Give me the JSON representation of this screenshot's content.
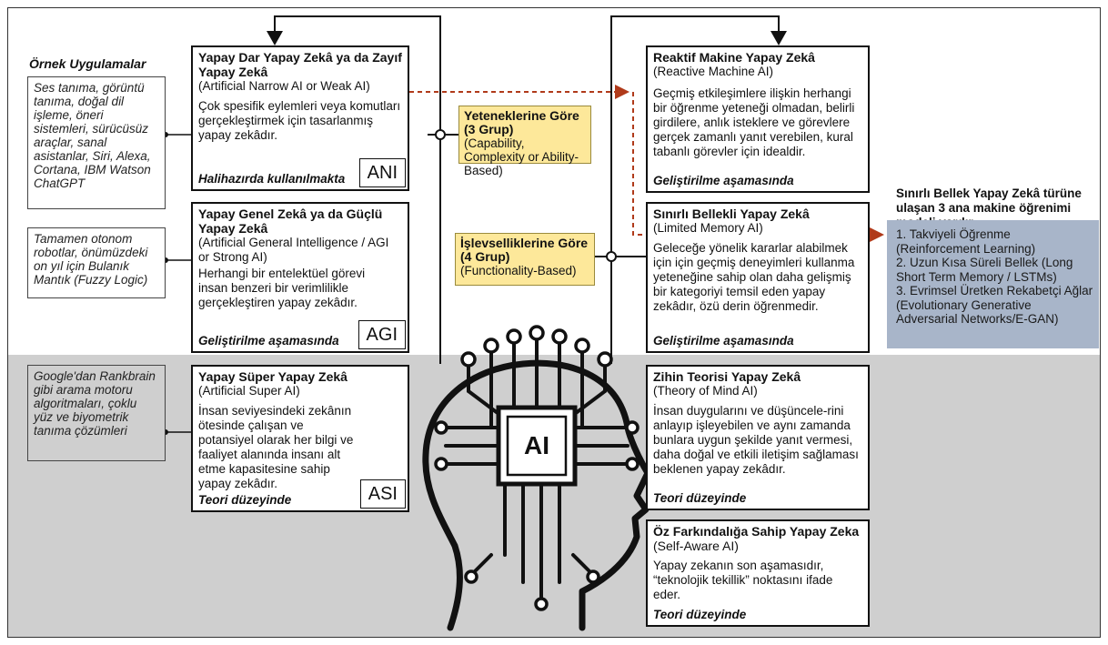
{
  "examples_heading": "Örnek Uygulamalar",
  "examples": {
    "ani": "Ses tanıma, görüntü tanıma, doğal dil işleme, öneri sistemleri, sürücüsüz araçlar, sanal asistanlar, Siri, Alexa, Cortana, IBM Watson ChatGPT",
    "agi": "Tamamen otonom robotlar, önümüzdeki on yıl için Bulanık Mantık (Fuzzy Logic)",
    "asi": "Google'dan Rankbrain gibi arama motoru algoritmaları, çoklu yüz ve biyometrik tanıma çözümleri"
  },
  "capability": {
    "ani": {
      "title": "Yapay Dar Yapay Zekâ ya da Zayıf Yapay Zekâ",
      "subtitle": "(Artificial Narrow AI or Weak AI)",
      "description": "Çok spesifik eylemleri veya komutları gerçekleştirmek için tasarlanmış yapay zekâdır.",
      "status": "Halihazırda kullanılmakta",
      "abbr": "ANI"
    },
    "agi": {
      "title": "Yapay Genel Zekâ ya da Güçlü Yapay Zekâ",
      "subtitle": "(Artificial General Intelligence / AGI or Strong AI)",
      "description": "Herhangi bir entelektüel görevi insan benzeri bir verimlilikle gerçekleştiren yapay zekâdır.",
      "status": "Geliştirilme aşamasında",
      "abbr": "AGI"
    },
    "asi": {
      "title": "Yapay Süper Yapay Zekâ",
      "subtitle": "(Artificial Super AI)",
      "description": "İnsan seviyesindeki zekânın ötesinde çalışan ve potansiyel olarak her bilgi ve faaliyet alanında insanı alt etme kapasitesine sahip yapay zekâdır.",
      "status": "Teori düzeyinde",
      "abbr": "ASI"
    }
  },
  "functionality": {
    "reactive": {
      "title": "Reaktif Makine Yapay Zekâ",
      "subtitle": "(Reactive Machine AI)",
      "description": "Geçmiş etkileşimlere ilişkin herhangi bir öğrenme yeteneği olmadan, belirli girdilere, anlık isteklere ve görevlere gerçek zamanlı yanıt verebilen, kural tabanlı görevler için idealdir.",
      "status": "Geliştirilme aşamasında"
    },
    "limited": {
      "title": "Sınırlı Bellekli Yapay Zekâ",
      "subtitle": "(Limited Memory AI)",
      "description": "Geleceğe yönelik kararlar alabilmek için için geçmiş deneyimleri kullanma yeteneğine sahip olan daha gelişmiş bir kategoriyi temsil eden yapay zekâdır, özü derin öğrenmedir.",
      "status": "Geliştirilme aşamasında"
    },
    "theory": {
      "title": "Zihin Teorisi Yapay Zekâ",
      "subtitle": "(Theory of Mind AI)",
      "description": "İnsan duygularını ve düşüncele-rini anlayıp işleyebilen ve aynı zamanda bunlara uygun şekilde yanıt vermesi, daha doğal ve etkili iletişim sağlaması beklenen yapay zekâdır.",
      "status": "Teori düzeyinde"
    },
    "selfaware": {
      "title": "Öz Farkındalığa Sahip Yapay Zeka",
      "subtitle": "(Self-Aware AI)",
      "description": "Yapay zekanın son aşamasıdır, “teknolojik tekillik” noktasını ifade eder.",
      "status": "Teori düzeyinde"
    }
  },
  "groups": {
    "capability": {
      "title": "Yeteneklerine Göre (3 Grup)",
      "subtitle": "(Capability, Complexity or Ability-Based)"
    },
    "functionality": {
      "title": "İşlevselliklerine Göre (4 Grup)",
      "subtitle": "(Functionality-Based)"
    }
  },
  "ml_note": "Sınırlı Bellek Yapay Zekâ türüne ulaşan 3 ana makine öğrenimi modeli vardır",
  "ml_models": [
    "1. Takviyeli Öğrenme (Reinforcement Learning)",
    "2. Uzun Kısa Süreli Bellek (Long Short Term Memory / LSTMs)",
    "3. Evrimsel Üretken Rekabetçi Ağlar (Evolutionary Generative Adversarial Networks/E-GAN)"
  ],
  "chip_label": "AI",
  "colors": {
    "lower_band": "#cfcfcf",
    "group_box": "#fde89a",
    "models_box": "#a8b5c9",
    "dashed_arrow": "#b03a1a"
  }
}
